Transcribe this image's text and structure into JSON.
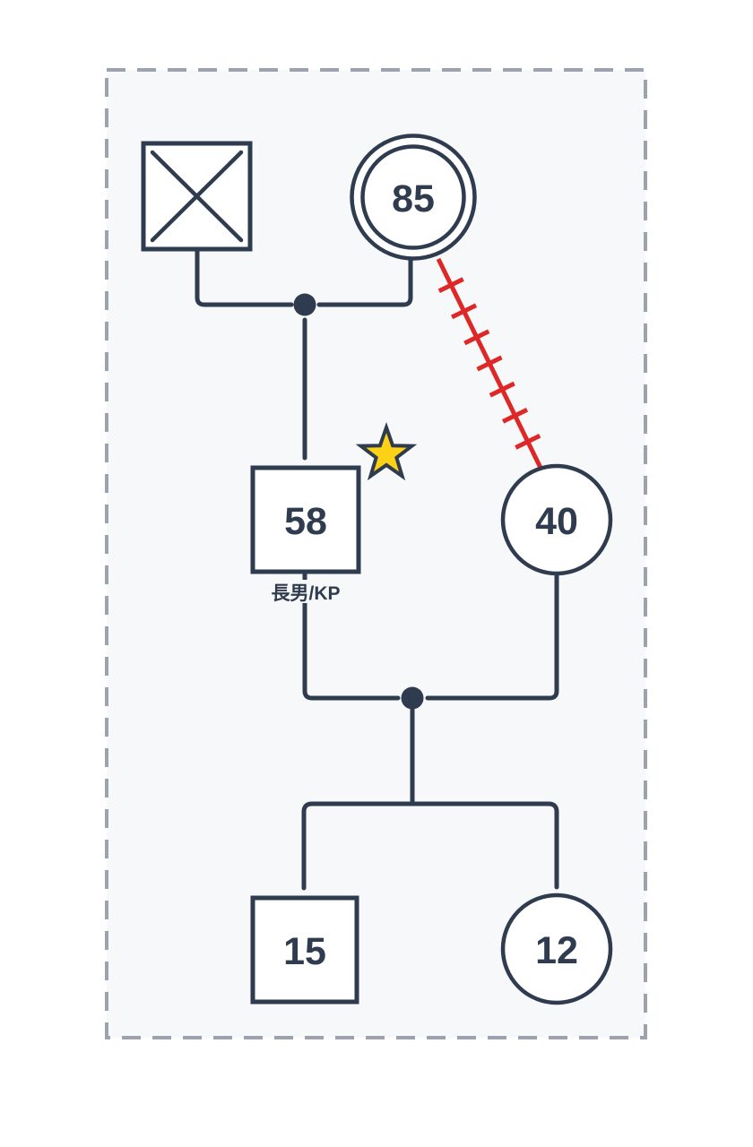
{
  "colors": {
    "navy": "#2f3b4e",
    "red": "#de2727",
    "star": "#fcd116",
    "bordergray": "#9ca3af",
    "canvasbg": "#f7f8f9",
    "pagebg": "#ffffff",
    "shapefill": "#ffffff"
  },
  "genogram": {
    "boundary": "dashed-household-frame",
    "persons": {
      "grandfather": {
        "shape": "square-male",
        "marker": "deceased-x",
        "age": ""
      },
      "grandmother": {
        "shape": "double-circle-female",
        "age": "85"
      },
      "father": {
        "shape": "square-male",
        "age": "58",
        "label": "長男/KP",
        "marker": "star"
      },
      "mother": {
        "shape": "circle-female",
        "age": "40"
      },
      "son": {
        "shape": "square-male",
        "age": "15"
      },
      "daughter": {
        "shape": "circle-female",
        "age": "12"
      }
    },
    "relationships": {
      "grandparents": "partnership-dot",
      "parents": "partnership-dot",
      "grandmother_mother": "cutoff-estrangement-red-hatched"
    }
  }
}
